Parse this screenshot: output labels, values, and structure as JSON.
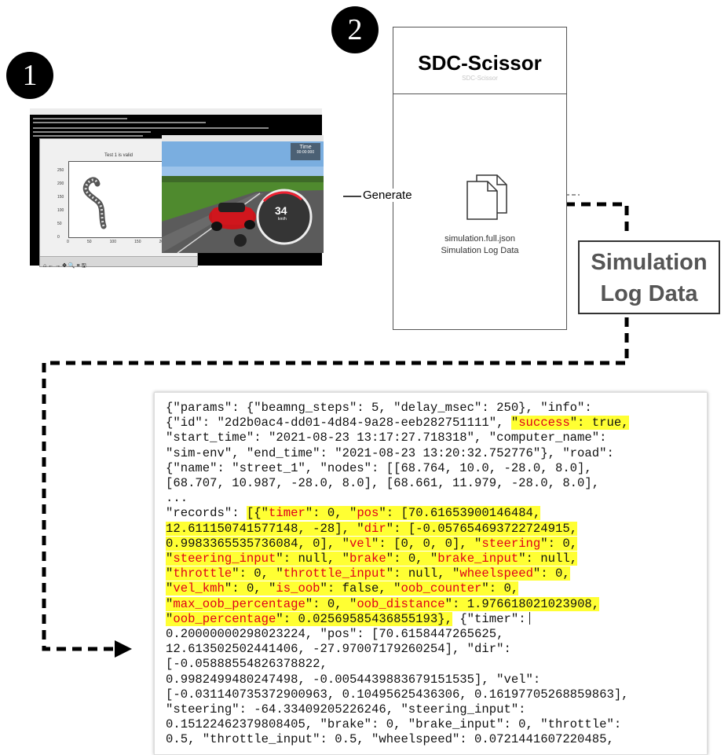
{
  "badges": {
    "step1": "1",
    "step2": "2"
  },
  "screenshot": {
    "plot_title": "Test 1 is valid",
    "y_ticks": [
      "250",
      "200",
      "150",
      "100",
      "50",
      "0"
    ],
    "x_ticks": [
      "0",
      "50",
      "100",
      "150",
      "200"
    ],
    "toolbar_icons": "⌂ ← → ✥ 🔍 ≡ 🖫",
    "sim_time_label": "Time",
    "sim_time_value": "00:00:000",
    "speed_value": "34",
    "speed_unit": "km/h"
  },
  "tool": {
    "title": "SDC-Scissor",
    "title_shadow": "SDC-Scissor",
    "file_name": "simulation.full.json",
    "file_desc": "Simulation Log Data"
  },
  "arrow_label": "Generate",
  "callout": {
    "line1": "Simulation",
    "line2": "Log Data"
  },
  "json_lines": [
    [
      {
        "t": "{\"params\": {\"beamng_steps\": 5, \"delay_msec\": 250}, \"info\":"
      }
    ],
    [
      {
        "t": "{\"id\": \"2d2b0ac4-dd01-4d84-9a28-eeb282751111\", "
      },
      {
        "t": "\"",
        "h": 1
      },
      {
        "t": "success",
        "h": 1,
        "k": 1
      },
      {
        "t": "\": true,",
        "h": 1
      }
    ],
    [
      {
        "t": "\"start_time\": \"2021-08-23 13:17:27.718318\", \"computer_name\":"
      }
    ],
    [
      {
        "t": "\"sim-env\", \"end_time\": \"2021-08-23 13:20:32.752776\"}, \"road\":"
      }
    ],
    [
      {
        "t": "{\"name\": \"street_1\", \"nodes\": [[68.764, 10.0, -28.0, 8.0],"
      }
    ],
    [
      {
        "t": "[68.707, 10.987, -28.0, 8.0], [68.661, 11.979, -28.0, 8.0],"
      }
    ],
    [
      {
        "t": "..."
      }
    ],
    [
      {
        "t": "\"records\": "
      },
      {
        "t": "[{\"",
        "h": 1
      },
      {
        "t": "timer",
        "h": 1,
        "k": 1
      },
      {
        "t": "\": 0, \"",
        "h": 1
      },
      {
        "t": "pos",
        "h": 1,
        "k": 1
      },
      {
        "t": "\": [70.61653900146484,",
        "h": 1
      }
    ],
    [
      {
        "t": "12.611150741577148, -28], \"",
        "h": 1
      },
      {
        "t": "dir",
        "h": 1,
        "k": 1
      },
      {
        "t": "\": [-0.057654693722724915,",
        "h": 1
      }
    ],
    [
      {
        "t": "0.9983365535736084, 0], \"",
        "h": 1
      },
      {
        "t": "vel",
        "h": 1,
        "k": 1
      },
      {
        "t": "\": [0, 0, 0], \"",
        "h": 1
      },
      {
        "t": "steering",
        "h": 1,
        "k": 1
      },
      {
        "t": "\": 0,",
        "h": 1
      }
    ],
    [
      {
        "t": "\"",
        "h": 1
      },
      {
        "t": "steering_input",
        "h": 1,
        "k": 1
      },
      {
        "t": "\": null, \"",
        "h": 1
      },
      {
        "t": "brake",
        "h": 1,
        "k": 1
      },
      {
        "t": "\": 0, \"",
        "h": 1
      },
      {
        "t": "brake_input",
        "h": 1,
        "k": 1
      },
      {
        "t": "\": null,",
        "h": 1
      }
    ],
    [
      {
        "t": "\"",
        "h": 1
      },
      {
        "t": "throttle",
        "h": 1,
        "k": 1
      },
      {
        "t": "\": 0, \"",
        "h": 1
      },
      {
        "t": "throttle_input",
        "h": 1,
        "k": 1
      },
      {
        "t": "\": null, \"",
        "h": 1
      },
      {
        "t": "wheelspeed",
        "h": 1,
        "k": 1
      },
      {
        "t": "\": 0,",
        "h": 1
      }
    ],
    [
      {
        "t": "\"",
        "h": 1
      },
      {
        "t": "vel_kmh",
        "h": 1,
        "k": 1
      },
      {
        "t": "\": 0, \"",
        "h": 1
      },
      {
        "t": "is_oob",
        "h": 1,
        "k": 1
      },
      {
        "t": "\": false, \"",
        "h": 1
      },
      {
        "t": "oob_counter",
        "h": 1,
        "k": 1
      },
      {
        "t": "\": 0,",
        "h": 1
      }
    ],
    [
      {
        "t": "\"",
        "h": 1
      },
      {
        "t": "max_oob_percentage",
        "h": 1,
        "k": 1
      },
      {
        "t": "\": 0, \"",
        "h": 1
      },
      {
        "t": "oob_distance",
        "h": 1,
        "k": 1
      },
      {
        "t": "\": 1.976618021023908,",
        "h": 1
      }
    ],
    [
      {
        "t": "\"",
        "h": 1
      },
      {
        "t": "oob_percentage",
        "h": 1,
        "k": 1
      },
      {
        "t": "\": 0.02569585436855193},",
        "h": 1
      },
      {
        "t": " {\"timer\":"
      },
      {
        "caret": 1
      }
    ],
    [
      {
        "t": "0.20000000298023224, \"pos\": [70.6158447265625,"
      }
    ],
    [
      {
        "t": "12.613502502441406, -27.97007179260254], \"dir\":"
      }
    ],
    [
      {
        "t": "[-0.05888554826378822,"
      }
    ],
    [
      {
        "t": "0.9982499480247498, -0.0054439883679151535], \"vel\":"
      }
    ],
    [
      {
        "t": "[-0.031140735372900963, 0.10495625436306, 0.16197705268859863],"
      }
    ],
    [
      {
        "t": "\"steering\": -64.33409205226246, \"steering_input\":"
      }
    ],
    [
      {
        "t": "0.15122462379808405, \"brake\": 0, \"brake_input\": 0, \"throttle\":"
      }
    ],
    [
      {
        "t": "0.5, \"throttle_input\": 0.5, \"wheelspeed\": 0.0721441607220485,"
      }
    ]
  ]
}
